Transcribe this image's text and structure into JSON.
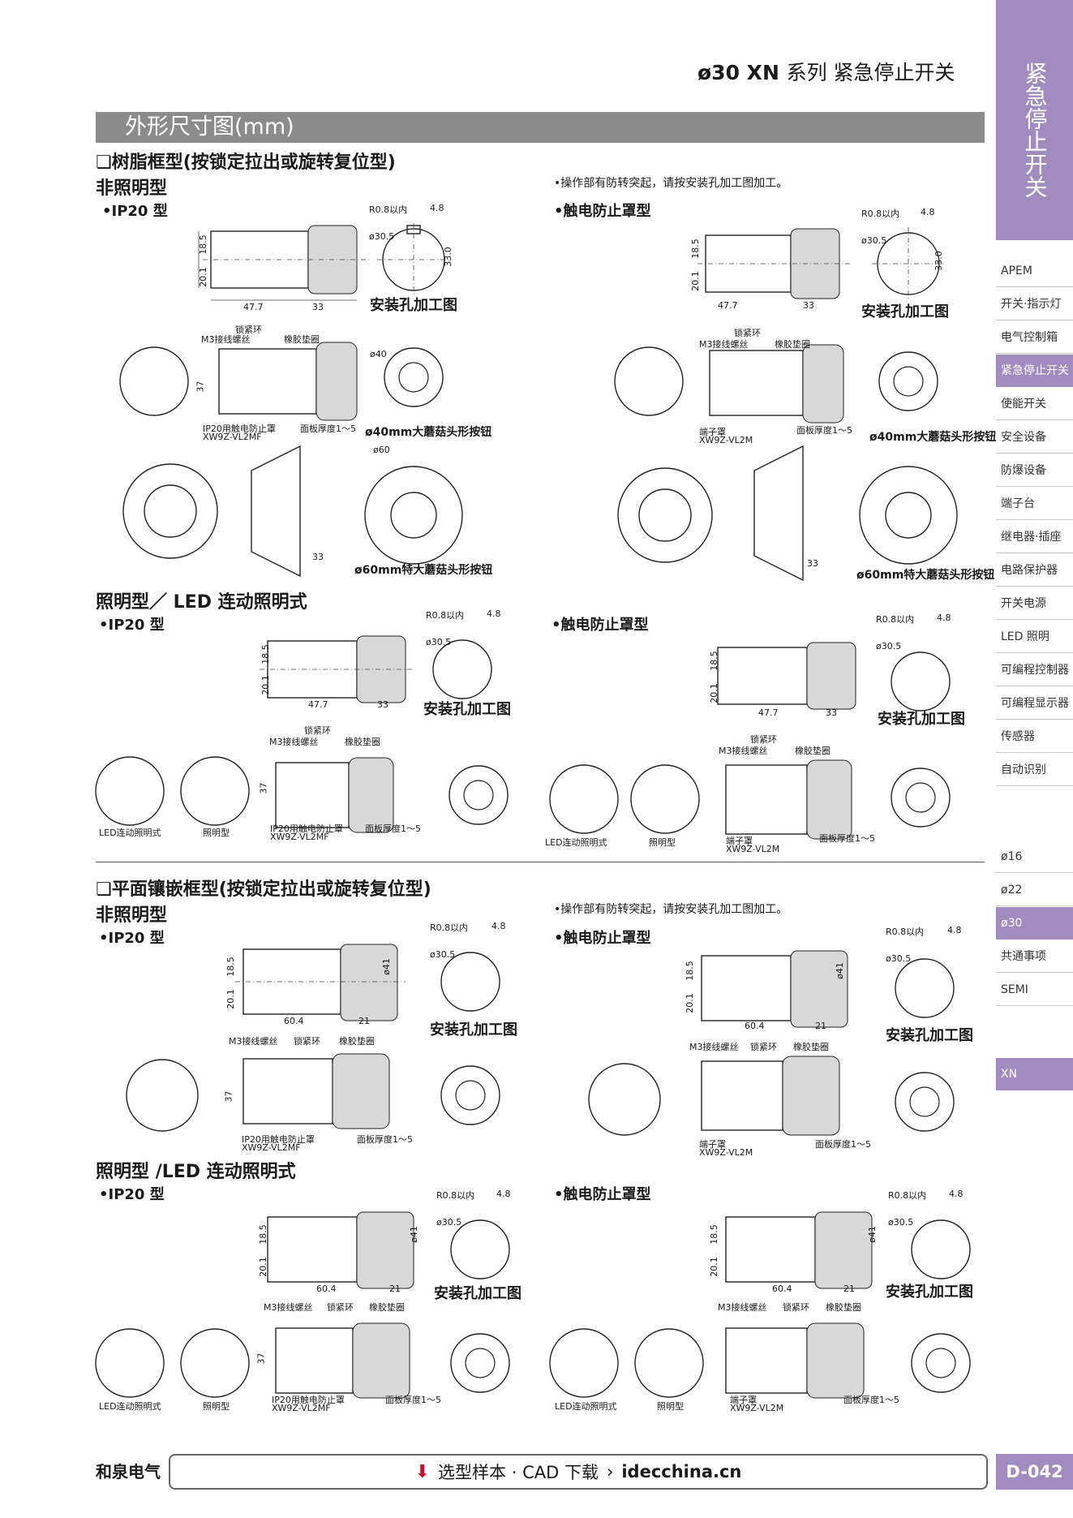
{
  "header": {
    "series_prefix": "ø30 XN",
    "series_suffix": "系列 紧急停止开关",
    "section": "外形尺寸图(mm)"
  },
  "sidebar": {
    "category": "紧急停止开关",
    "items": [
      "APEM",
      "开关·指示灯",
      "电气控制箱",
      "紧急停止开关",
      "使能开关",
      "安全设备",
      "防爆设备",
      "端子台",
      "继电器·插座",
      "电路保护器",
      "开关电源",
      "LED 照明",
      "可编程控制器",
      "可编程显示器",
      "传感器",
      "自动识别"
    ],
    "active_item": "紧急停止开关",
    "sizes": [
      "ø16",
      "ø22",
      "ø30",
      "共通事项",
      "SEMI"
    ],
    "active_size": "ø30",
    "series": "XN"
  },
  "labels": {
    "resin_frame": "❏树脂框型(按锁定拉出或旋转复位型)",
    "flat_frame": "❏平面镶嵌框型(按锁定拉出或旋转复位型)",
    "non_illuminated": "非照明型",
    "illuminated": "照明型／ LED 连动照明式",
    "illuminated2": "照明型 /LED 连动照明式",
    "ip20": "•IP20 型",
    "finger_safe": "•触电防止罩型",
    "anti_rotation_note": "•操作部有防转突起，请按安装孔加工图加工。",
    "panel_cutout": "安装孔加工图",
    "mushroom40": "ø40mm大蘑菇头形按钮",
    "mushroom60": "ø60mm特大蘑菇头形按钮",
    "led_linked": "LED连动照明式",
    "illuminated_type": "照明型",
    "locking_ring": "锁紧环",
    "m3_screw": "M3接线螺丝",
    "rubber_gasket": "橡胶垫圈",
    "ip20_cover": "IP20用触电防止罩",
    "ip20_cover_code": "XW9Z-VL2MF",
    "terminal_cover": "端子罩",
    "terminal_cover_code": "XW9Z-VL2M",
    "panel_thickness": "面板厚度1～5"
  },
  "dims": {
    "d185": "18.5",
    "d201": "20.1",
    "d477": "47.7",
    "d33": "33",
    "d604": "60.4",
    "d21": "21",
    "d37": "37",
    "d41": "ø41",
    "r08": "R0.8以内",
    "w48": "4.8",
    "dia305": "ø30.5",
    "dia33": "33.0",
    "phi40": "ø40",
    "phi60": "ø60"
  },
  "footer": {
    "brand": "和泉电气",
    "download": "选型样本 · CAD 下载",
    "arrow": "›",
    "site": "idecchina.cn",
    "page": "D-042"
  }
}
